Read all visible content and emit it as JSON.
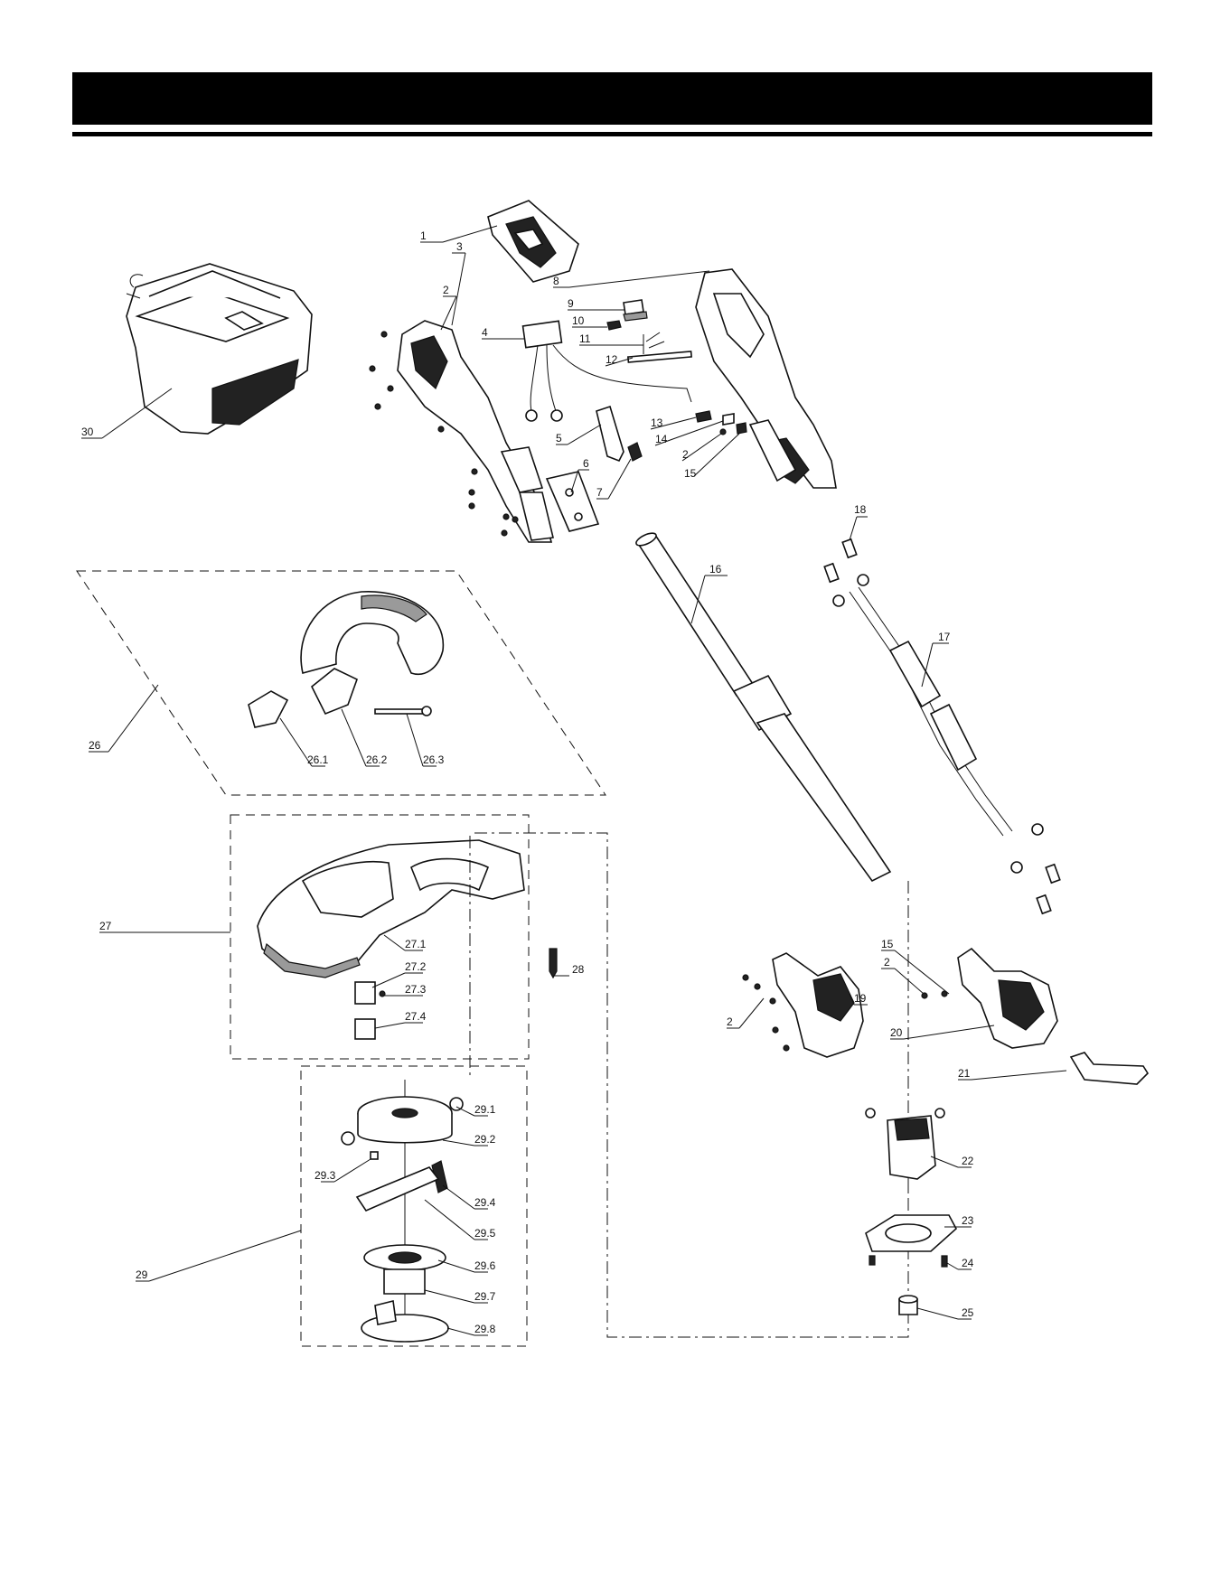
{
  "labels": {
    "p1": "1",
    "p2a": "2",
    "p3": "3",
    "p4": "4",
    "p5": "5",
    "p6": "6",
    "p7": "7",
    "p8": "8",
    "p9": "9",
    "p10": "10",
    "p11": "11",
    "p12": "12",
    "p13": "13",
    "p14": "14",
    "p2b": "2",
    "p15a": "15",
    "p16": "16",
    "p17": "17",
    "p18": "18",
    "p15b": "15",
    "p2c": "2",
    "p2d": "2",
    "p19": "19",
    "p20": "20",
    "p21": "21",
    "p22": "22",
    "p23": "23",
    "p24": "24",
    "p25": "25",
    "p26": "26",
    "p26_1": "26.1",
    "p26_2": "26.2",
    "p26_3": "26.3",
    "p27": "27",
    "p27_1": "27.1",
    "p27_2": "27.2",
    "p27_3": "27.3",
    "p27_4": "27.4",
    "p28": "28",
    "p29": "29",
    "p29_1": "29.1",
    "p29_2": "29.2",
    "p29_3": "29.3",
    "p29_4": "29.4",
    "p29_5": "29.5",
    "p29_6": "29.6",
    "p29_7": "29.7",
    "p29_8": "29.8",
    "p30": "30"
  },
  "colors": {
    "ink": "#111111",
    "header": "#000000",
    "paper": "#ffffff"
  }
}
